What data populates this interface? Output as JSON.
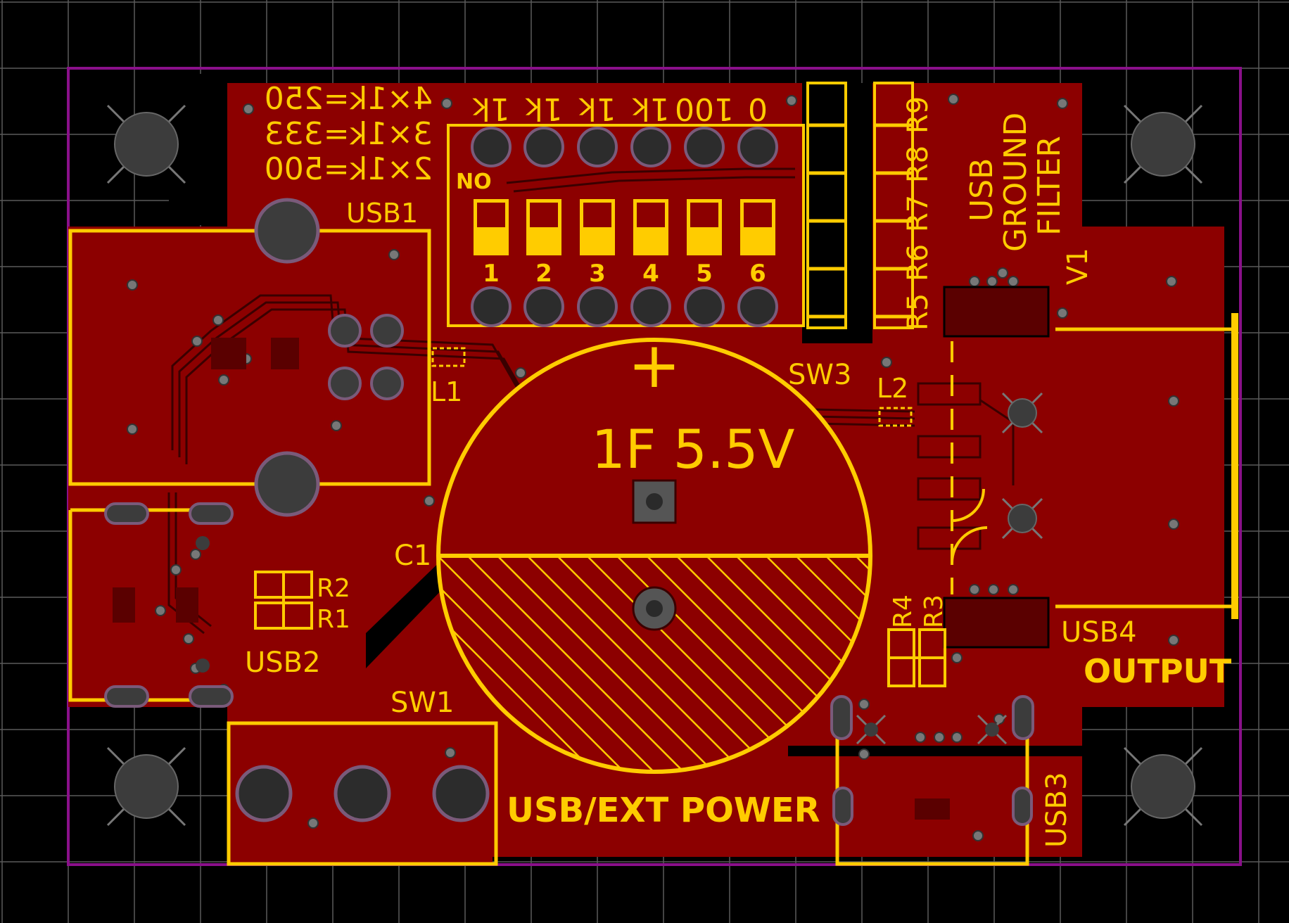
{
  "colors": {
    "background": "#000000",
    "grid": "#5a5a5a",
    "outline": "#8a108a",
    "copper": "#8c0000",
    "copper_dark": "#5a0000",
    "silk": "#ffcc00",
    "pad": "#3c3c3c",
    "pad_ring": "#7a5a7a"
  },
  "icons": {
    "mounting_hole": "crosshair-circle",
    "plus_marker": "plus-sign"
  },
  "silkscreen": {
    "ratio_250": "4×1k=250",
    "ratio_333": "3×1k=333",
    "ratio_500": "2×1k=500",
    "dip_values": [
      "1k",
      "1k",
      "1k",
      "1k",
      "100",
      "0"
    ],
    "dip_on": "NO",
    "dip_numbers": [
      "1",
      "2",
      "3",
      "4",
      "5",
      "6"
    ],
    "usb_ground_filter": [
      "USB",
      "GROUND",
      "FILTER"
    ],
    "r_labels_top": [
      "R5",
      "R6",
      "R7",
      "R8",
      "R9"
    ],
    "capacitor_value": "1F 5.5V",
    "capacitor_plus": "+",
    "output": "OUTPUT",
    "power_switch": "USB/EXT POWER"
  },
  "designators": {
    "usb1": "USB1",
    "usb2": "USB2",
    "usb3": "USB3",
    "usb4": "USB4",
    "sw1": "SW1",
    "sw3": "SW3",
    "c1": "C1",
    "l1": "L1",
    "l2": "L2",
    "r1": "R1",
    "r2": "R2",
    "r3": "R3",
    "r4": "R4",
    "v1": "V1"
  }
}
